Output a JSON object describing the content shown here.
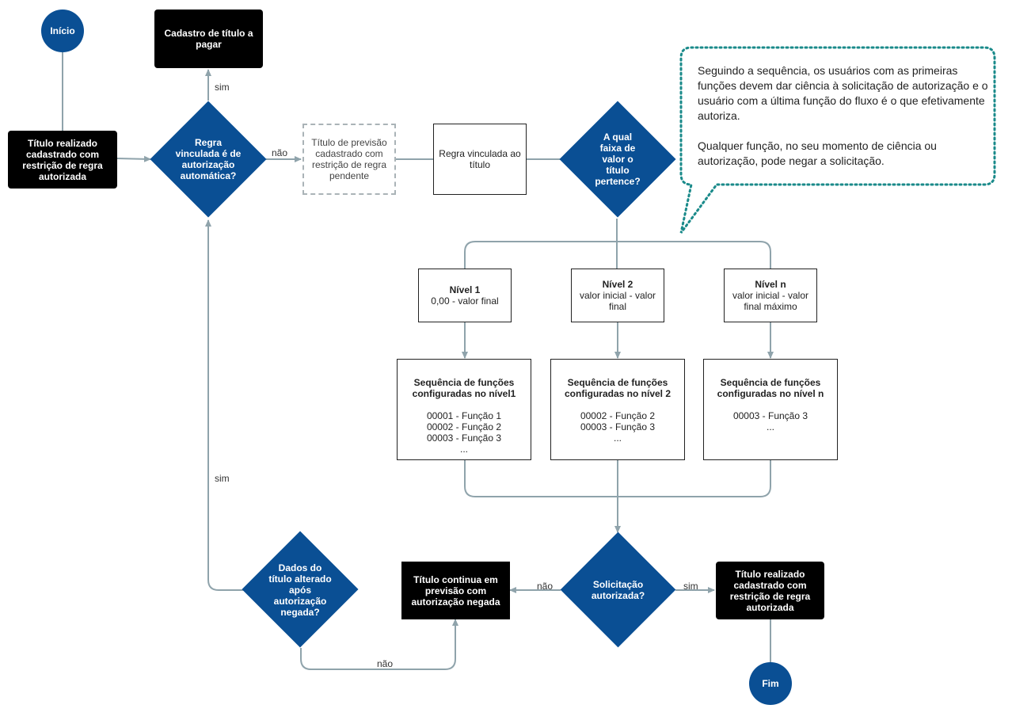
{
  "start": "Início",
  "end": "Fim",
  "title_registered_top": "Título realizado cadastrado com restrição de regra autorizada",
  "payable_registration": "Cadastro de título a pagar",
  "decision_auto": "Regra vinculada é de autorização automática?",
  "pending_forecast": "Título de previsão cadastrado com restrição de regra pendente",
  "rule_linked": "Regra vinculada ao título",
  "decision_range": "A qual faixa de valor o título pertence?",
  "levels": [
    {
      "name": "Nível 1",
      "range": "0,00 - valor final"
    },
    {
      "name": "Nível 2",
      "range": "valor inicial - valor final"
    },
    {
      "name": "Nível n",
      "range": "valor inicial - valor final máximo"
    }
  ],
  "sequences": [
    {
      "title": "Sequência de funções configuradas no nível1",
      "items": [
        "00001 - Função 1",
        "00002 - Função 2",
        "00003 - Função 3",
        "..."
      ]
    },
    {
      "title": "Sequência de funções configuradas no nível 2",
      "items": [
        "00002 - Função 2",
        "00003 - Função 3",
        "..."
      ]
    },
    {
      "title": "Sequência de funções configuradas no nível n",
      "items": [
        "00003 - Função 3",
        "..."
      ]
    }
  ],
  "decision_authorized": "Solicitação autorizada?",
  "title_registered_bottom": "Título realizado cadastrado com restrição de regra autorizada",
  "denied_forecast": "Título continua em previsão com autorização negada",
  "decision_changed": "Dados do título alterado após autorização negada?",
  "labels": {
    "yes": "sim",
    "no": "não"
  },
  "note": [
    "Seguindo a sequência, os usuários com as primeiras funções devem dar ciência à solicitação de autorização e o usuário com a última função do fluxo é o que efetivamente autoriza.",
    "Qualquer função, no seu momento de ciência ou autorização, pode negar a solicitação."
  ],
  "colors": {
    "accent": "#0a4f94",
    "line": "#8fa3ab",
    "note_border": "#1a8a8a"
  }
}
